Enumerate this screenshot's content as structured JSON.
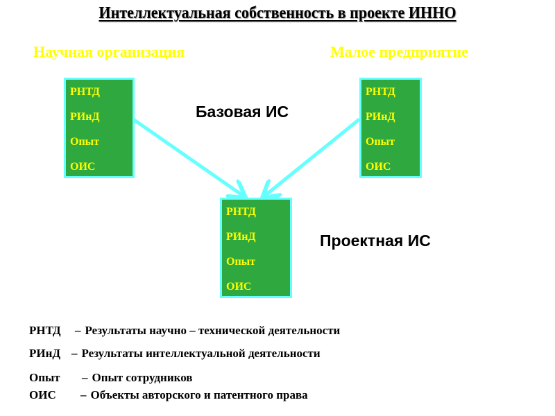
{
  "title": "Интеллектуальная собственность в проекте ИННО",
  "organizations": {
    "left": "Научная организация",
    "right": "Малое предприятие"
  },
  "boxes": {
    "left": [
      "РНТД",
      "РИнД",
      "Опыт",
      "ОИС"
    ],
    "right": [
      "РНТД",
      "РИнД",
      "Опыт",
      "ОИС"
    ],
    "center": [
      "РНТД",
      "РИнД",
      "Опыт",
      "ОИС"
    ]
  },
  "labels": {
    "base": "Базовая ИС",
    "project": "Проектная ИС"
  },
  "legend": [
    {
      "abbr": "РНТД",
      "dash": "–",
      "text": "Результаты научно – технической деятельности"
    },
    {
      "abbr": "РИнД",
      "dash": "–",
      "text": "Результаты интеллектуальной деятельности"
    },
    {
      "abbr": "Опыт",
      "dash": "–",
      "text": "Опыт сотрудников"
    },
    {
      "abbr": "ОИС",
      "dash": "–",
      "text": "Объекты авторского и патентного права"
    }
  ],
  "colors": {
    "box_fill": "#2ea83f",
    "box_border": "#66ffff",
    "box_text": "#ffff00",
    "org_text": "#ffff00",
    "arrow": "#66ffff"
  }
}
